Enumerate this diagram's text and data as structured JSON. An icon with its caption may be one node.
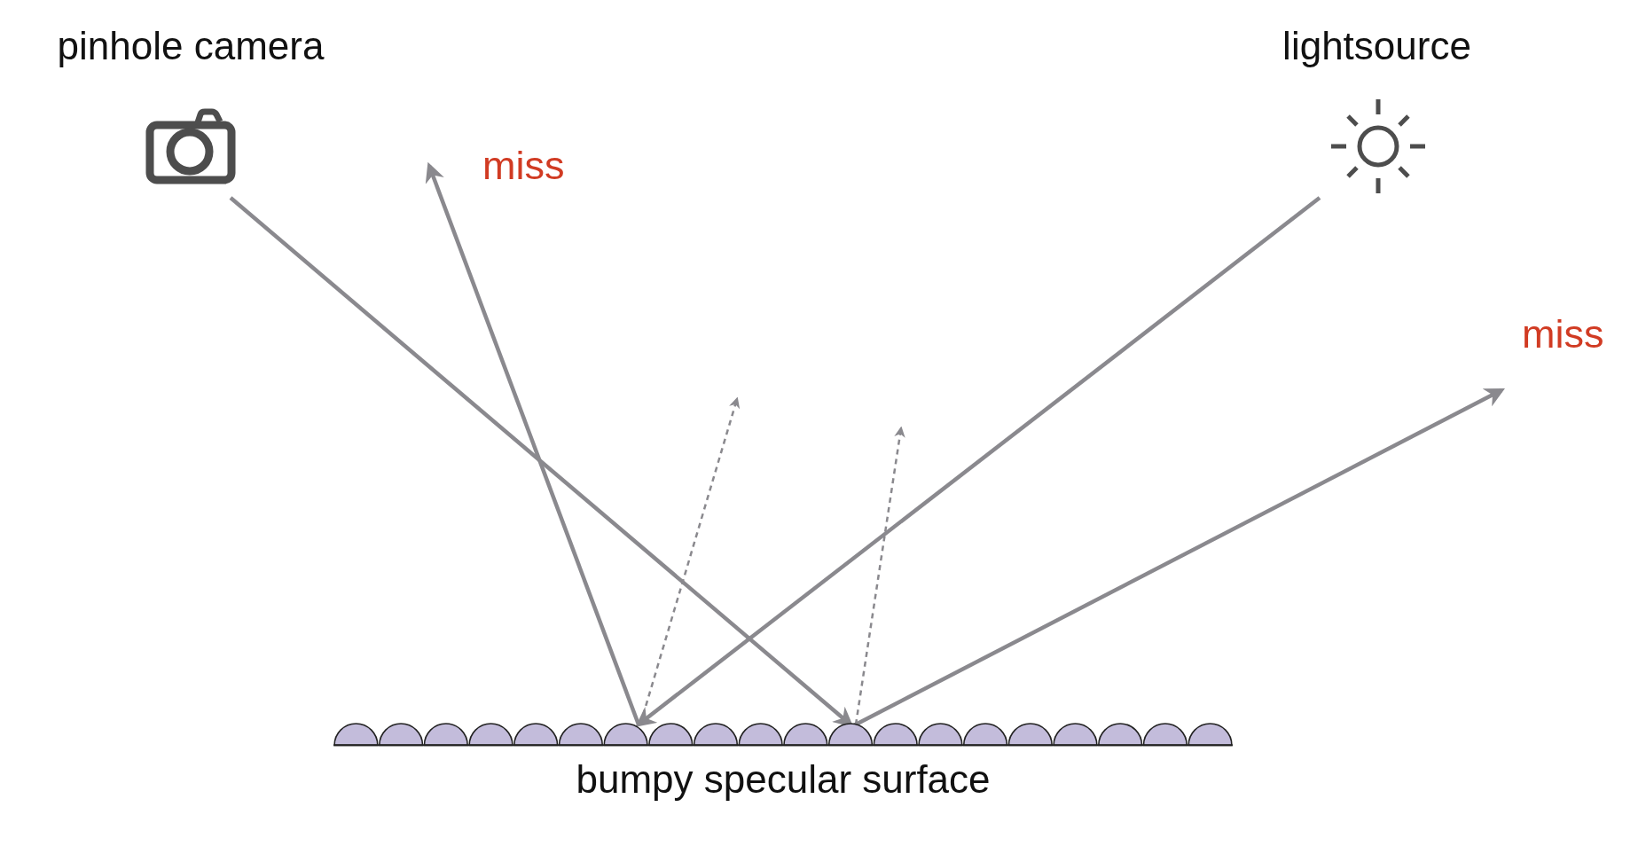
{
  "diagram": {
    "nodes": [
      {
        "text": [
          "pinhole camera"
        ]
      },
      {
        "text": [
          "lightsource"
        ]
      },
      {
        "text": [
          "miss"
        ]
      },
      {
        "text": [
          "miss"
        ]
      },
      {
        "text": [
          "bumpy specular surface"
        ]
      }
    ],
    "edges": [
      {
        "from": 0,
        "to": 4,
        "arrow": "to"
      },
      {
        "from": 4,
        "to": 2,
        "arrow": "to"
      },
      {
        "from": 1,
        "to": 4,
        "arrow": "to"
      },
      {
        "from": 4,
        "to": 3,
        "arrow": "to"
      },
      {
        "from": 4,
        "to": null,
        "arrow": "to",
        "style": "dashed"
      },
      {
        "from": 4,
        "to": null,
        "arrow": "to",
        "style": "dashed"
      }
    ]
  }
}
